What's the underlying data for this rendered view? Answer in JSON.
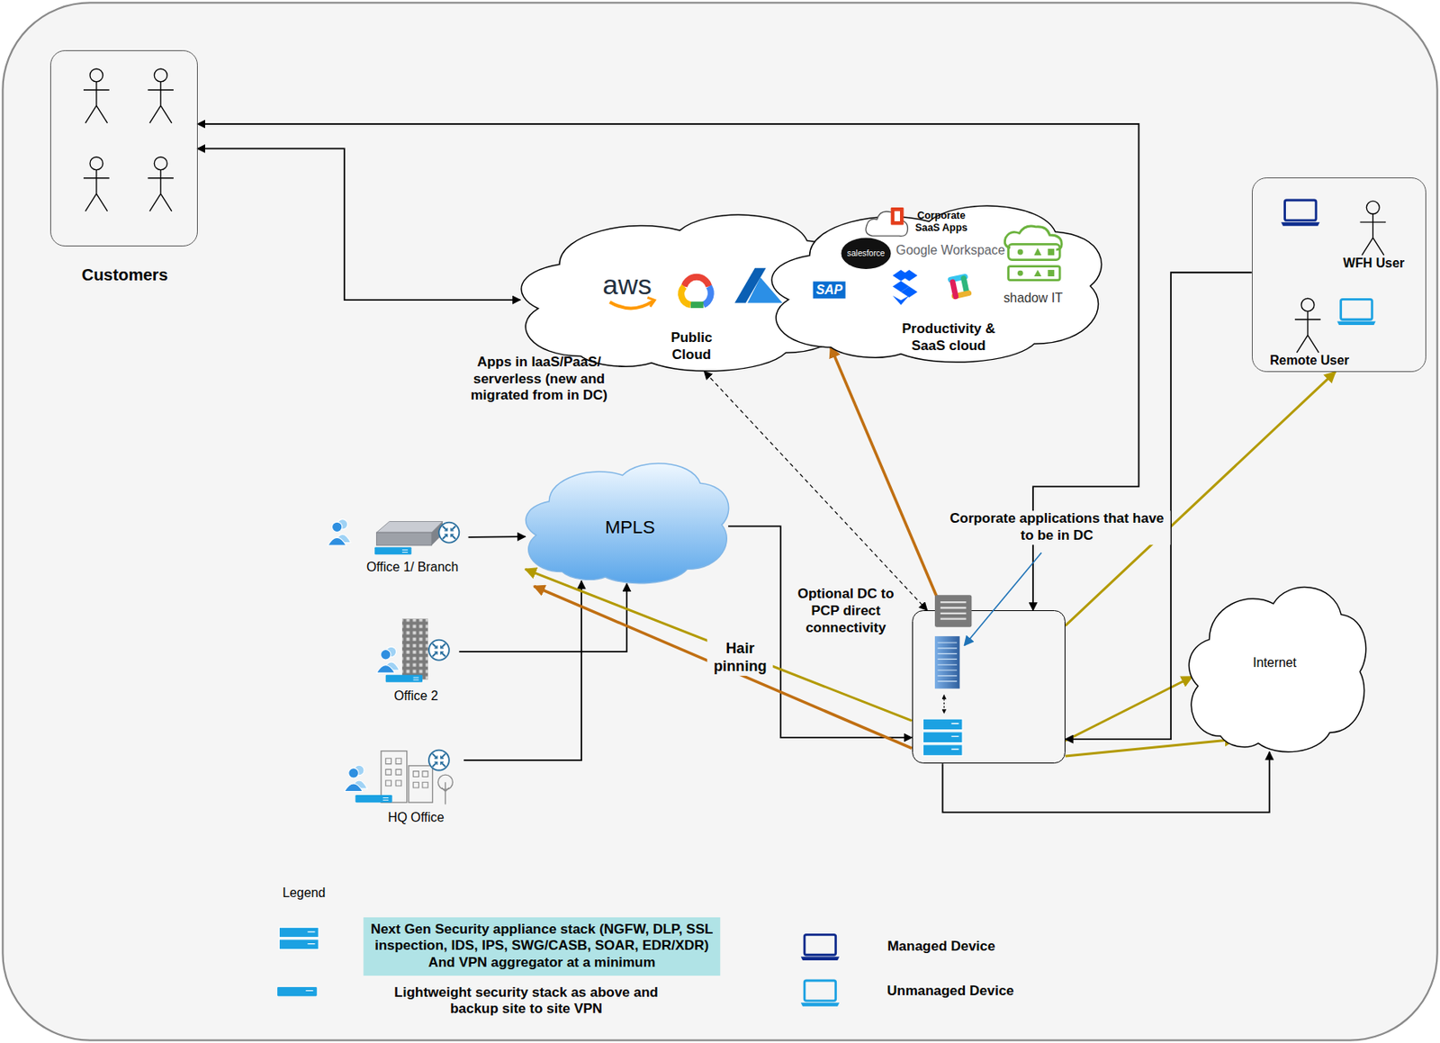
{
  "diagram": {
    "nodes": [
      {
        "text": [
          "Customers"
        ]
      },
      {
        "text": [
          "aws",
          "Public Cloud"
        ]
      },
      {
        "text": [
          "Corporate SaaS Apps",
          "salesforce",
          "Google Workspace",
          "SAP",
          "shadow IT",
          "Productivity & SaaS cloud"
        ]
      },
      {
        "text": [
          "WFH User",
          "Remote User"
        ]
      },
      {
        "text": [
          "MPLS"
        ]
      },
      {
        "text": [
          "Office 1/ Branch"
        ]
      },
      {
        "text": [
          "Office 2"
        ]
      },
      {
        "text": [
          "HQ Office"
        ]
      },
      {
        "text": [
          "Corporate applications that have to be in DC"
        ]
      },
      {
        "text": [
          "Internet"
        ]
      }
    ],
    "edges": [
      {
        "from": 0,
        "to": 8,
        "arrow": "both"
      },
      {
        "from": 0,
        "to": 1,
        "arrow": "both"
      },
      {
        "from": 5,
        "to": 4,
        "arrow": "to"
      },
      {
        "from": 6,
        "to": 4,
        "arrow": "to"
      },
      {
        "from": 7,
        "to": 4,
        "arrow": "to"
      },
      {
        "from": 4,
        "to": 8,
        "arrow": "to"
      },
      {
        "from": 8,
        "to": 4,
        "label": "Hair pinning",
        "arrow": "to"
      },
      {
        "from": 8,
        "to": 4,
        "arrow": "to"
      },
      {
        "from": 8,
        "to": 1,
        "label": "Optional DC to PCP direct connectivity",
        "arrow": "both"
      },
      {
        "from": 8,
        "to": 2,
        "arrow": "to"
      },
      {
        "from": 8,
        "to": 3,
        "arrow": "to"
      },
      {
        "from": 8,
        "to": 9,
        "arrow": "to"
      },
      {
        "from": 8,
        "to": 9,
        "arrow": "to"
      },
      {
        "from": 3,
        "to": 8,
        "arrow": "to"
      },
      {
        "from": 8,
        "to": 9,
        "arrow": "to"
      }
    ],
    "labels": [
      "Apps in IaaS/PaaS/ serverless (new and migrated from in DC)",
      "Legend"
    ],
    "legend": [
      {
        "text": "Next Gen Security appliance stack (NGFW, DLP, SSL inspection, IDS, IPS, SWG/CASB, SOAR, EDR/XDR) And VPN aggregator at a minimum"
      },
      {
        "text": "Lightweight security stack as above and backup site to site VPN"
      },
      {
        "text": "Managed Device"
      },
      {
        "text": "Unmanaged Device"
      }
    ]
  }
}
